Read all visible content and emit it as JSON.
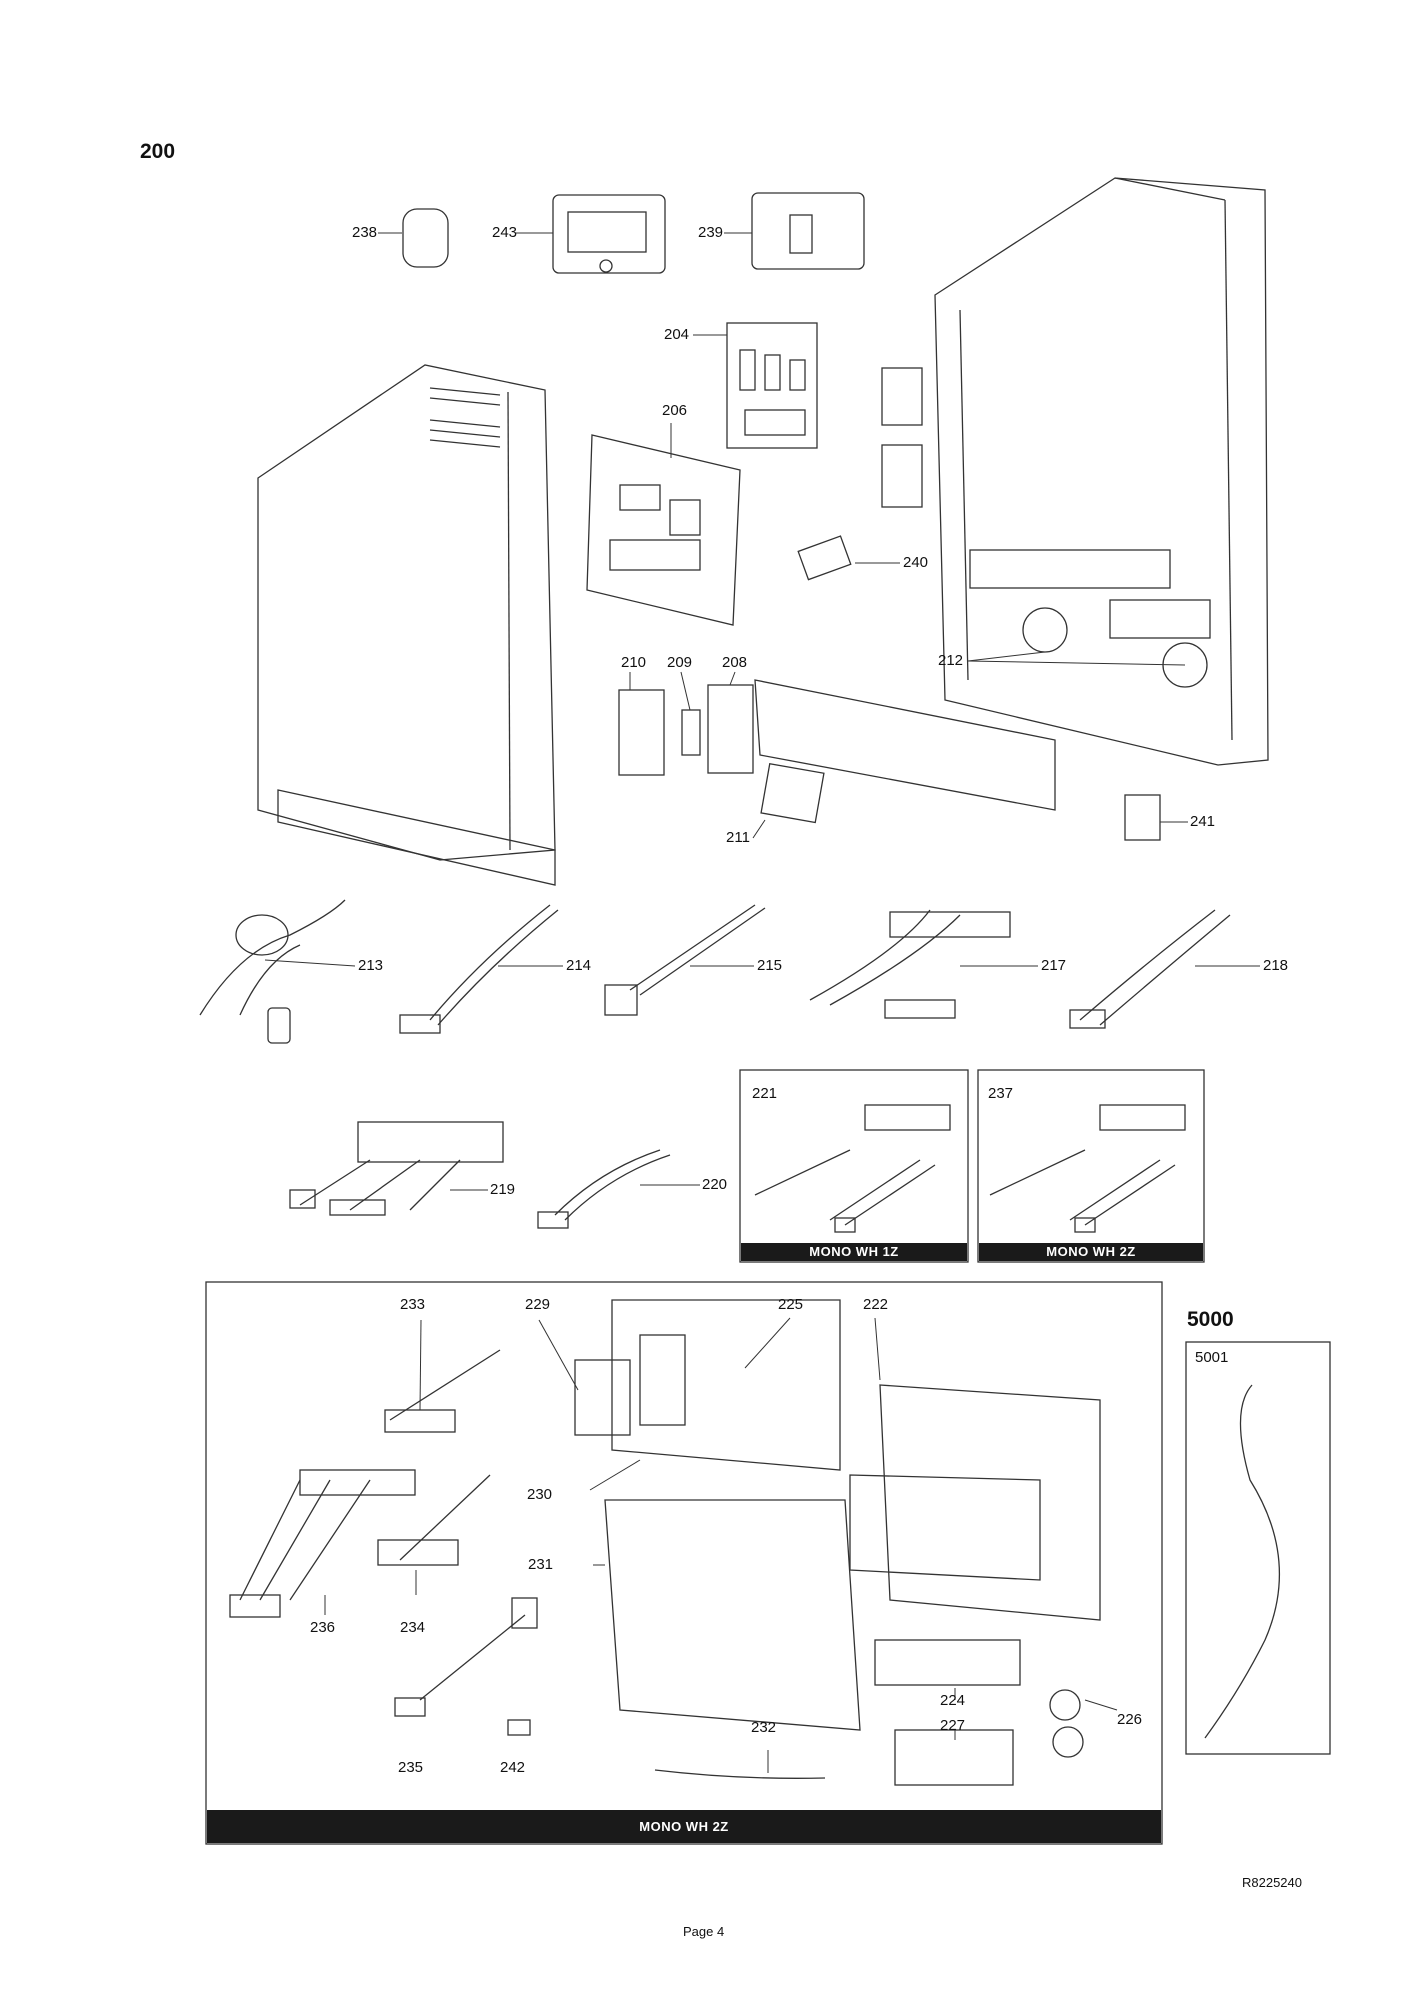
{
  "section_main": "200",
  "section_5000": "5000",
  "parts": {
    "p238": "238",
    "p243": "243",
    "p239": "239",
    "p204": "204",
    "p206": "206",
    "p240": "240",
    "p212": "212",
    "p210": "210",
    "p209": "209",
    "p208": "208",
    "p211": "211",
    "p241": "241",
    "p213": "213",
    "p214": "214",
    "p215": "215",
    "p217": "217",
    "p218": "218",
    "p219": "219",
    "p220": "220",
    "p233": "233",
    "p229": "229",
    "p225": "225",
    "p222": "222",
    "p230": "230",
    "p231": "231",
    "p236": "236",
    "p234": "234",
    "p235": "235",
    "p242": "242",
    "p232": "232",
    "p224": "224",
    "p227": "227",
    "p226": "226",
    "p5001": "5001"
  },
  "boxes": {
    "box221": {
      "number": "221",
      "caption": "MONO WH 1Z"
    },
    "box237": {
      "number": "237",
      "caption": "MONO WH 2Z"
    },
    "box_bottom": {
      "caption": "MONO WH 2Z"
    }
  },
  "doc_ref": "R8225240",
  "page_label": "Page 4"
}
